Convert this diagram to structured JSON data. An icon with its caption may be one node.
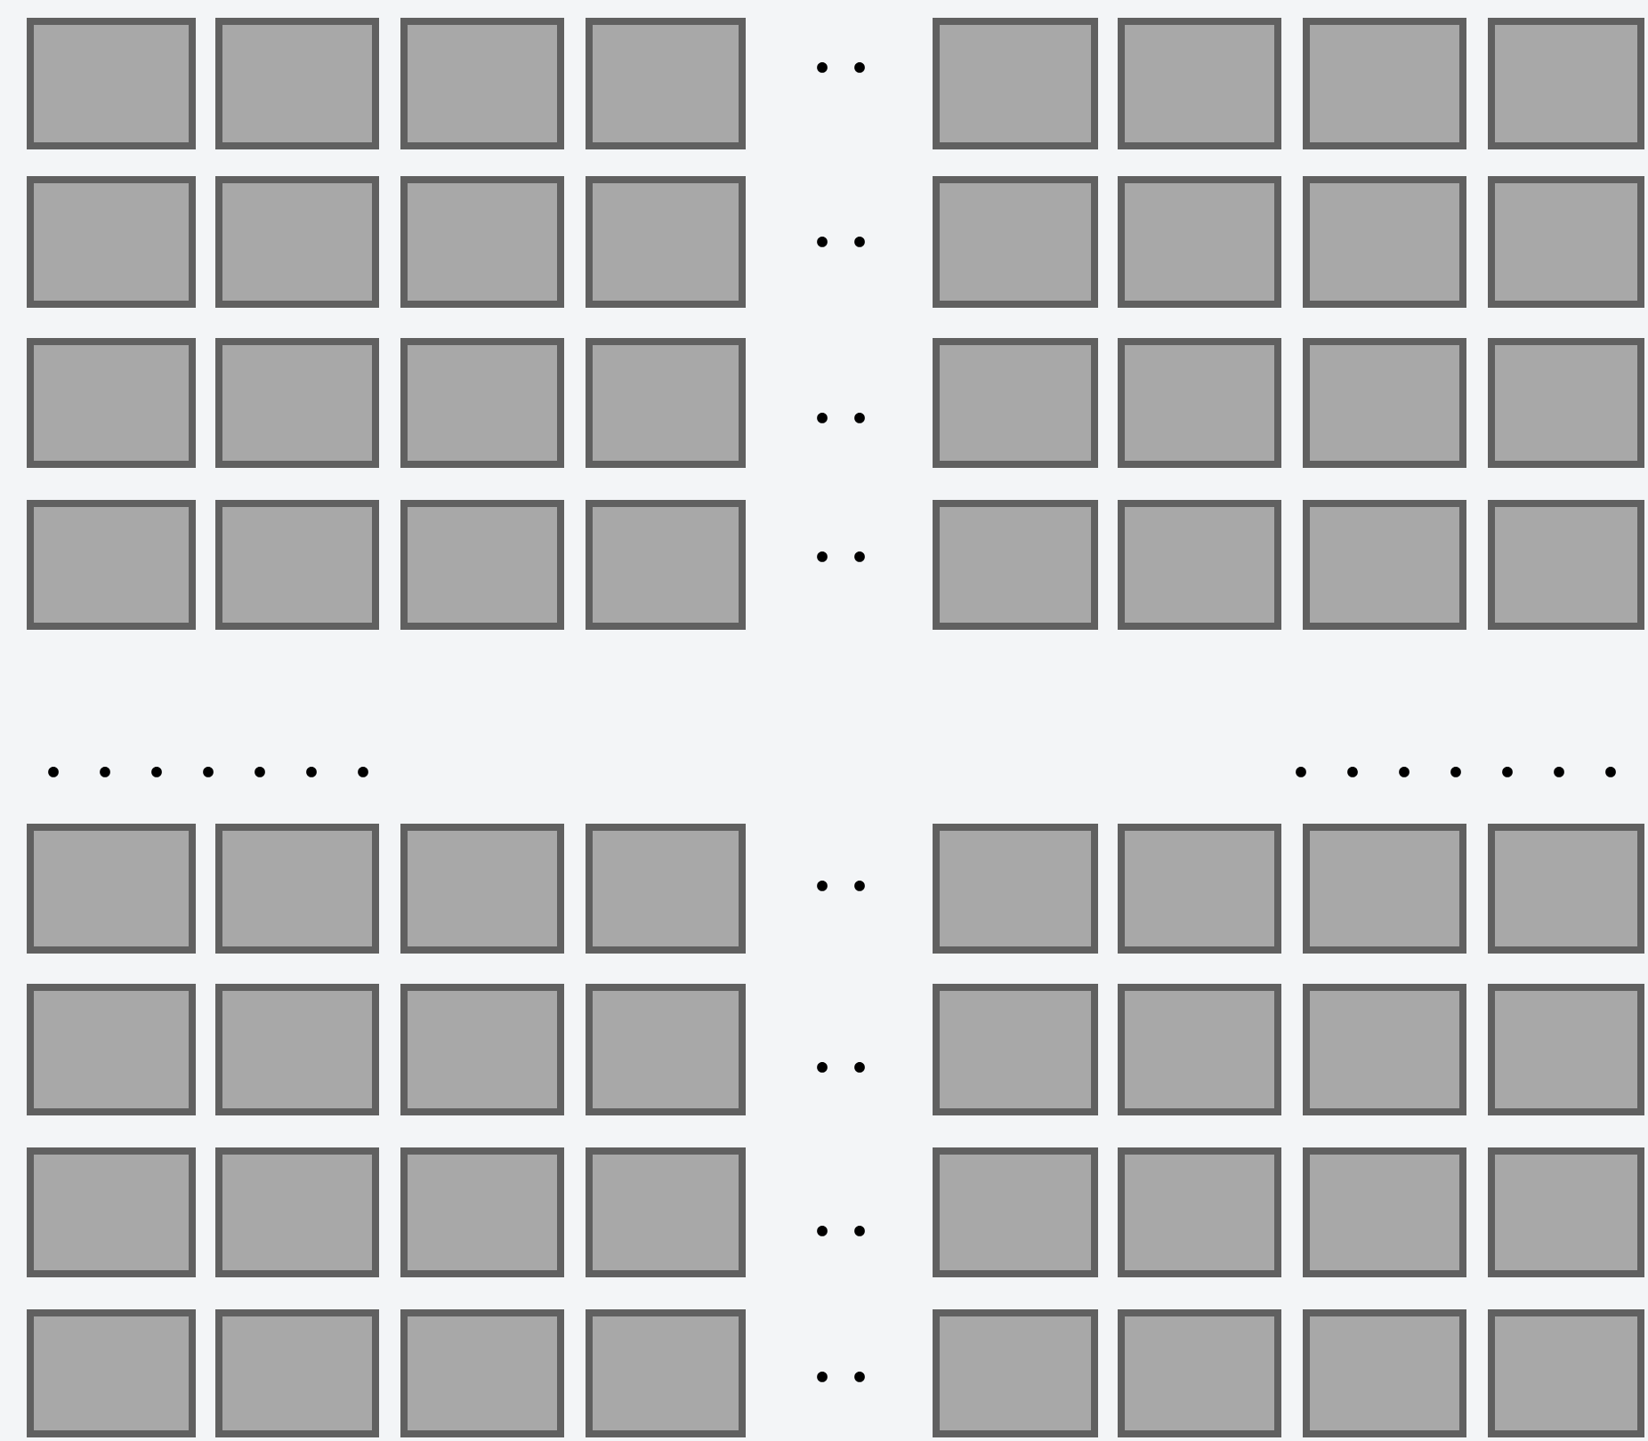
{
  "diagram": {
    "nodes": [
      {
        "text": [],
        "shape": "box"
      },
      {
        "text": [],
        "shape": "box"
      },
      {
        "text": [],
        "shape": "box"
      },
      {
        "text": [],
        "shape": "box"
      },
      {
        "text": [],
        "shape": "box"
      },
      {
        "text": [],
        "shape": "box"
      },
      {
        "text": [],
        "shape": "box"
      },
      {
        "text": [],
        "shape": "box"
      },
      {
        "text": [],
        "shape": "box"
      },
      {
        "text": [],
        "shape": "box"
      },
      {
        "text": [],
        "shape": "box"
      },
      {
        "text": [],
        "shape": "box"
      },
      {
        "text": [],
        "shape": "box"
      },
      {
        "text": [],
        "shape": "box"
      },
      {
        "text": [],
        "shape": "box"
      },
      {
        "text": [],
        "shape": "box"
      },
      {
        "text": [],
        "shape": "box"
      },
      {
        "text": [],
        "shape": "box"
      },
      {
        "text": [],
        "shape": "box"
      },
      {
        "text": [],
        "shape": "box"
      },
      {
        "text": [],
        "shape": "box"
      },
      {
        "text": [],
        "shape": "box"
      },
      {
        "text": [],
        "shape": "box"
      },
      {
        "text": [],
        "shape": "box"
      },
      {
        "text": [],
        "shape": "box"
      },
      {
        "text": [],
        "shape": "box"
      },
      {
        "text": [],
        "shape": "box"
      },
      {
        "text": [],
        "shape": "box"
      },
      {
        "text": [],
        "shape": "box"
      },
      {
        "text": [],
        "shape": "box"
      },
      {
        "text": [],
        "shape": "box"
      },
      {
        "text": [],
        "shape": "box"
      },
      {
        "text": [],
        "shape": "box"
      },
      {
        "text": [],
        "shape": "box"
      },
      {
        "text": [],
        "shape": "box"
      },
      {
        "text": [],
        "shape": "box"
      },
      {
        "text": [],
        "shape": "box"
      },
      {
        "text": [],
        "shape": "box"
      },
      {
        "text": [],
        "shape": "box"
      },
      {
        "text": [],
        "shape": "box"
      },
      {
        "text": [],
        "shape": "box"
      },
      {
        "text": [],
        "shape": "box"
      },
      {
        "text": [],
        "shape": "box"
      },
      {
        "text": [],
        "shape": "box"
      },
      {
        "text": [],
        "shape": "box"
      },
      {
        "text": [],
        "shape": "box"
      },
      {
        "text": [],
        "shape": "box"
      },
      {
        "text": [],
        "shape": "box"
      },
      {
        "text": [],
        "shape": "box"
      },
      {
        "text": [],
        "shape": "box"
      },
      {
        "text": [],
        "shape": "box"
      },
      {
        "text": [],
        "shape": "box"
      },
      {
        "text": [],
        "shape": "box"
      },
      {
        "text": [],
        "shape": "box"
      },
      {
        "text": [],
        "shape": "box"
      },
      {
        "text": [],
        "shape": "box"
      },
      {
        "text": [],
        "shape": "box"
      },
      {
        "text": [],
        "shape": "box"
      },
      {
        "text": [],
        "shape": "box"
      },
      {
        "text": [],
        "shape": "box"
      },
      {
        "text": [],
        "shape": "box"
      },
      {
        "text": [],
        "shape": "box"
      },
      {
        "text": [],
        "shape": "box"
      },
      {
        "text": [],
        "shape": "box"
      }
    ]
  }
}
